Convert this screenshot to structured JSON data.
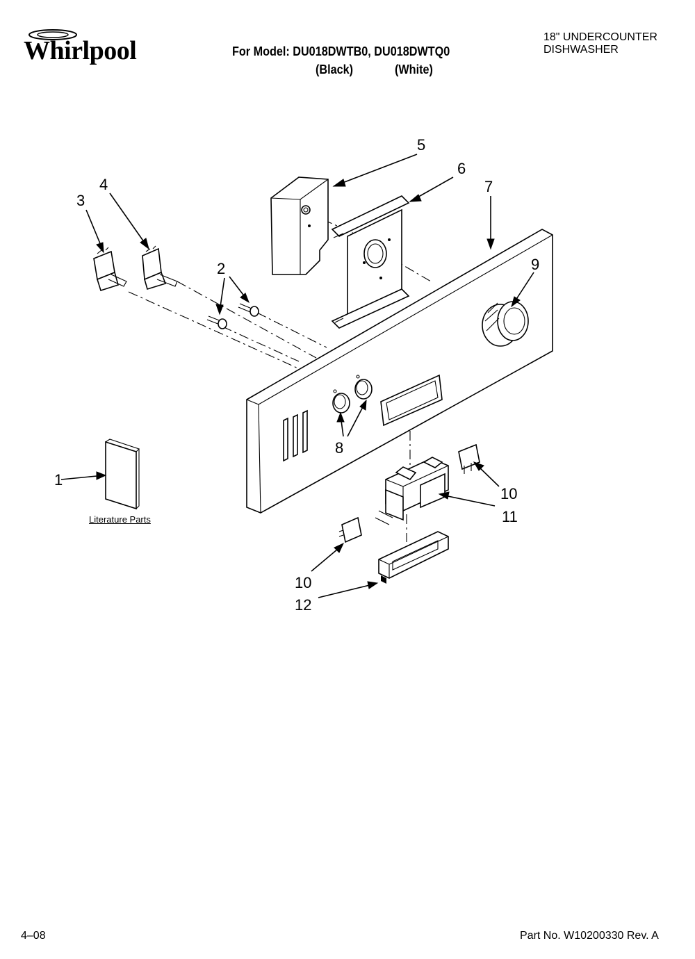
{
  "header": {
    "brand": "Whirlpool",
    "model_line": "For Model: DU018DWTB0, DU018DWTQ0",
    "variant_black": "(Black)",
    "variant_white": "(White)",
    "product_line1": "18\" UNDERCOUNTER",
    "product_line2": "DISHWASHER"
  },
  "callouts": {
    "c1": "1",
    "c2": "2",
    "c3": "3",
    "c4": "4",
    "c5": "5",
    "c6": "6",
    "c7": "7",
    "c8": "8",
    "c9": "9",
    "c10a": "10",
    "c10b": "10",
    "c11": "11",
    "c12": "12"
  },
  "literature_label": "Literature Parts",
  "footer": {
    "date": "4–08",
    "part_no": "Part No. W10200330 Rev. A"
  }
}
